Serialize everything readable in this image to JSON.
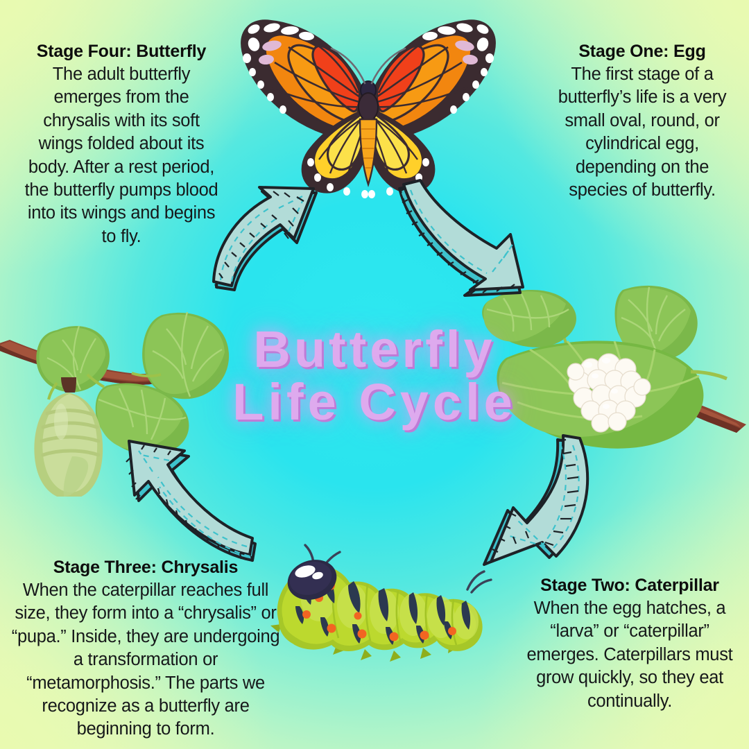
{
  "poster": {
    "title_line1": "Butterfly",
    "title_line2": "Life Cycle",
    "title_color": "#deaaee",
    "title_shadow_color": "#bf7bd6",
    "background_center_color": "#2ae4ee",
    "background_corner_color": "#e9fab0"
  },
  "stages": [
    {
      "id": "stage-one",
      "heading": "Stage One: Egg",
      "body": "The first stage of a butterfly’s life is a very small oval, round, or cylindrical egg, depending on the species of butterfly.",
      "illustration": "egg-cluster-on-leaf-with-branch"
    },
    {
      "id": "stage-two",
      "heading": "Stage Two: Caterpillar",
      "body": "When the egg hatches, a “larva” or “caterpillar” emerges. Caterpillars must grow quickly, so they eat continually.",
      "illustration": "green-caterpillar"
    },
    {
      "id": "stage-three",
      "heading": "Stage Three: Chrysalis",
      "body": "When the caterpillar reaches full size, they form into a “chrysalis” or “pupa.” Inside, they are undergoing a transformation or “metamorphosis.” The parts we recognize as a butterfly are beginning to form.",
      "illustration": "chrysalis-hanging-from-branch"
    },
    {
      "id": "stage-four",
      "heading": "Stage Four: Butterfly",
      "body": "The adult butterfly emerges from the chrysalis with its soft wings folded about its body. After a rest period, the butterfly pumps blood into its wings and begins to fly.",
      "illustration": "monarch-butterfly"
    }
  ],
  "arrows": [
    {
      "name": "arrow-butterfly-to-egg",
      "from": "stage-four",
      "to": "stage-one",
      "direction": "curved-up-right"
    },
    {
      "name": "arrow-egg-to-caterpillar",
      "from": "stage-one",
      "to": "stage-two",
      "direction": "curved-down-right"
    },
    {
      "name": "arrow-caterpillar-to-chrysalis",
      "from": "stage-two",
      "to": "stage-three",
      "direction": "curved-up-left"
    },
    {
      "name": "arrow-chrysalis-to-butterfly",
      "from": "stage-three",
      "to": "stage-four",
      "direction": "curved-down-left"
    }
  ],
  "palette": {
    "arrow_fill": "#b2dcd8",
    "arrow_side": "#3ec2cc",
    "arrow_outline": "#1d2227",
    "butterfly_orange": "#f47b16",
    "butterfly_red": "#f0401a",
    "butterfly_yellow": "#ffd02a",
    "butterfly_dark": "#3b2b30",
    "leaf_green": "#76b843",
    "leaf_green_light": "#9ccb5c",
    "branch_brown": "#8c4230",
    "caterpillar_green": "#b4d430",
    "caterpillar_stripe": "#2b3950",
    "caterpillar_dot": "#f26522",
    "egg_white": "#fdfaf3",
    "chrysalis_green": "#c2d98f"
  }
}
